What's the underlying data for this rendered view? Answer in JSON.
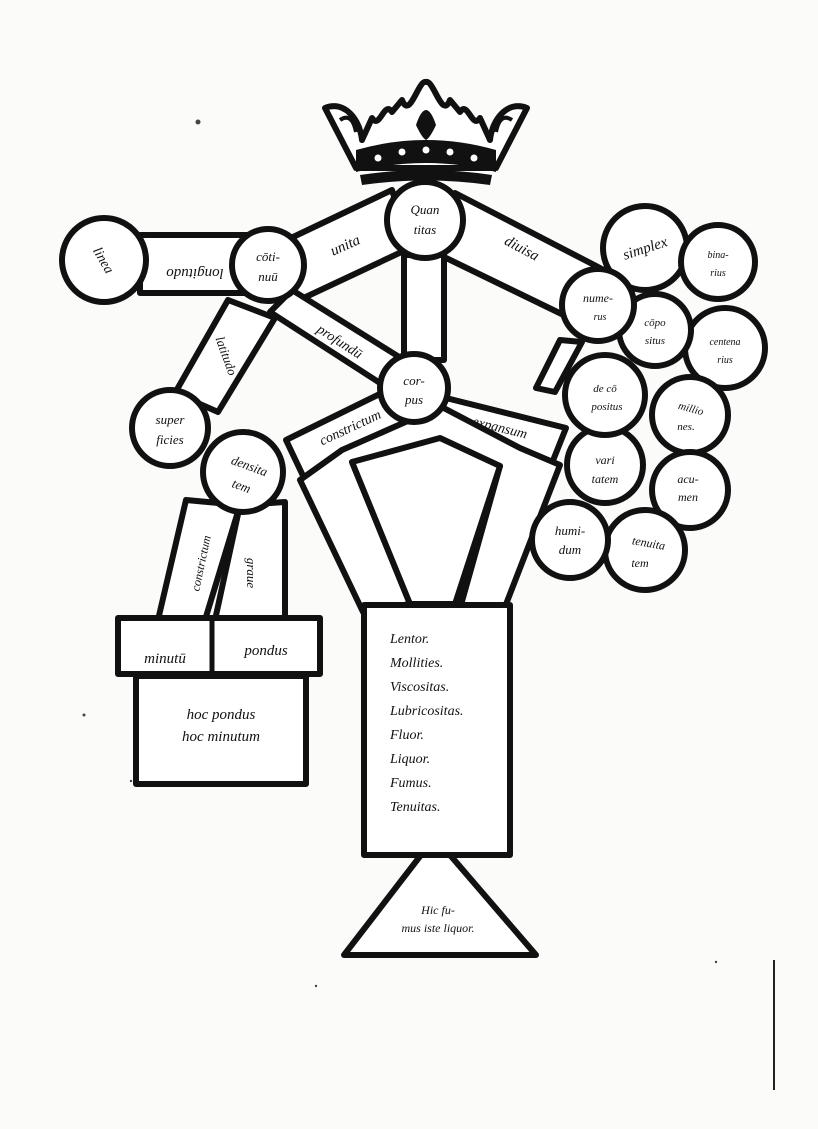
{
  "crown": {
    "icon": "crown-icon"
  },
  "nodes": {
    "quantitas": [
      "Quan",
      "titas"
    ],
    "linea": "linea",
    "longitudo": "longitudo",
    "continuum": [
      "cōti-",
      "nuū"
    ],
    "unita": "unita",
    "diuisa": "diuisa",
    "latitudo": "latitudo",
    "profundum": "profundū",
    "superficies": [
      "super",
      "ficies"
    ],
    "densitatem": [
      "densita",
      "tem"
    ],
    "corpus": [
      "cor-",
      "pus"
    ],
    "constrictum_upper": "constrictum",
    "expansum": "expansum",
    "constrictum_lower": "constrictum",
    "graue": "graue",
    "minutum": "minutū",
    "pondus": "pondus",
    "numerus": [
      "nume-",
      "rus"
    ],
    "simplex": "simplex",
    "binarius": [
      "bina-",
      "rius"
    ],
    "compositus": [
      "cōpo",
      "situs"
    ],
    "centenarius": [
      "centena",
      "rius"
    ],
    "de_compositus": [
      "de cō",
      "positus"
    ],
    "milliones": [
      "millio",
      "nes."
    ],
    "varietatem": [
      "vari",
      "tatem"
    ],
    "acumen": [
      "acu-",
      "men"
    ],
    "humidum": [
      "humi-",
      "dum"
    ],
    "tenuitatem": [
      "tenuita",
      "tem"
    ]
  },
  "box_hoc": [
    "hoc  pondus",
    "hoc minutum"
  ],
  "list_box": [
    "Lentor.",
    "Mollities.",
    "Viscositas.",
    "Lubricositas.",
    "Fluor.",
    "Liquor.",
    "Fumus.",
    "Tenuitas."
  ],
  "triangle": [
    "Hic fu-",
    "mus iste liquor."
  ]
}
